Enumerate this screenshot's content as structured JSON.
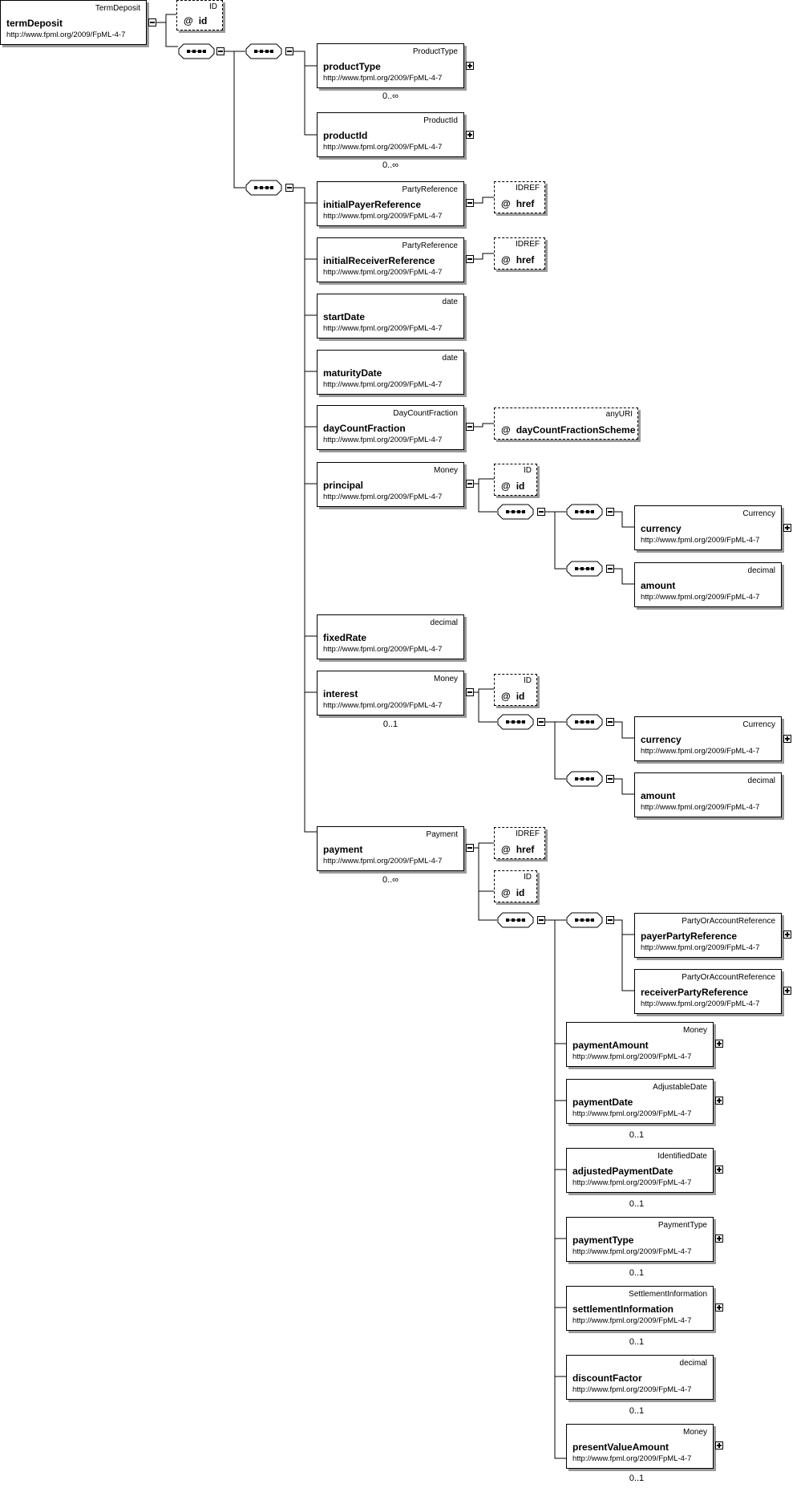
{
  "root": {
    "type": "TermDeposit",
    "name": "termDeposit",
    "ns": "http://www.fpml.org/2009/FpML-4-7"
  },
  "root_attr": {
    "type": "ID",
    "name": "id"
  },
  "attr_at_symbol": "@",
  "elements": {
    "productType": {
      "type": "ProductType",
      "name": "productType",
      "ns": "http://www.fpml.org/2009/FpML-4-7",
      "card": "0..∞"
    },
    "productId": {
      "type": "ProductId",
      "name": "productId",
      "ns": "http://www.fpml.org/2009/FpML-4-7",
      "card": "0..∞"
    },
    "initialPayerReference": {
      "type": "PartyReference",
      "name": "initialPayerReference",
      "ns": "http://www.fpml.org/2009/FpML-4-7"
    },
    "initialReceiverReference": {
      "type": "PartyReference",
      "name": "initialReceiverReference",
      "ns": "http://www.fpml.org/2009/FpML-4-7"
    },
    "startDate": {
      "type": "date",
      "name": "startDate",
      "ns": "http://www.fpml.org/2009/FpML-4-7"
    },
    "maturityDate": {
      "type": "date",
      "name": "maturityDate",
      "ns": "http://www.fpml.org/2009/FpML-4-7"
    },
    "dayCountFraction": {
      "type": "DayCountFraction",
      "name": "dayCountFraction",
      "ns": "http://www.fpml.org/2009/FpML-4-7"
    },
    "principal": {
      "type": "Money",
      "name": "principal",
      "ns": "http://www.fpml.org/2009/FpML-4-7"
    },
    "principalCurrency": {
      "type": "Currency",
      "name": "currency",
      "ns": "http://www.fpml.org/2009/FpML-4-7"
    },
    "principalAmount": {
      "type": "decimal",
      "name": "amount",
      "ns": "http://www.fpml.org/2009/FpML-4-7"
    },
    "fixedRate": {
      "type": "decimal",
      "name": "fixedRate",
      "ns": "http://www.fpml.org/2009/FpML-4-7"
    },
    "interest": {
      "type": "Money",
      "name": "interest",
      "ns": "http://www.fpml.org/2009/FpML-4-7",
      "card": "0..1"
    },
    "interestCurrency": {
      "type": "Currency",
      "name": "currency",
      "ns": "http://www.fpml.org/2009/FpML-4-7"
    },
    "interestAmount": {
      "type": "decimal",
      "name": "amount",
      "ns": "http://www.fpml.org/2009/FpML-4-7"
    },
    "payment": {
      "type": "Payment",
      "name": "payment",
      "ns": "http://www.fpml.org/2009/FpML-4-7",
      "card": "0..∞"
    },
    "payerPartyReference": {
      "type": "PartyOrAccountReference",
      "name": "payerPartyReference",
      "ns": "http://www.fpml.org/2009/FpML-4-7"
    },
    "receiverPartyReference": {
      "type": "PartyOrAccountReference",
      "name": "receiverPartyReference",
      "ns": "http://www.fpml.org/2009/FpML-4-7"
    },
    "paymentAmount": {
      "type": "Money",
      "name": "paymentAmount",
      "ns": "http://www.fpml.org/2009/FpML-4-7"
    },
    "paymentDate": {
      "type": "AdjustableDate",
      "name": "paymentDate",
      "ns": "http://www.fpml.org/2009/FpML-4-7",
      "card": "0..1"
    },
    "adjustedPaymentDate": {
      "type": "IdentifiedDate",
      "name": "adjustedPaymentDate",
      "ns": "http://www.fpml.org/2009/FpML-4-7",
      "card": "0..1"
    },
    "paymentType": {
      "type": "PaymentType",
      "name": "paymentType",
      "ns": "http://www.fpml.org/2009/FpML-4-7",
      "card": "0..1"
    },
    "settlementInformation": {
      "type": "SettlementInformation",
      "name": "settlementInformation",
      "ns": "http://www.fpml.org/2009/FpML-4-7",
      "card": "0..1"
    },
    "discountFactor": {
      "type": "decimal",
      "name": "discountFactor",
      "ns": "http://www.fpml.org/2009/FpML-4-7",
      "card": "0..1"
    },
    "presentValueAmount": {
      "type": "Money",
      "name": "presentValueAmount",
      "ns": "http://www.fpml.org/2009/FpML-4-7",
      "card": "0..1"
    }
  },
  "attributes": {
    "payerHref": {
      "type": "IDREF",
      "name": "href"
    },
    "receiverHref": {
      "type": "IDREF",
      "name": "href"
    },
    "dcfScheme": {
      "type": "anyURI",
      "name": "dayCountFractionScheme"
    },
    "principalId": {
      "type": "ID",
      "name": "id"
    },
    "interestId": {
      "type": "ID",
      "name": "id"
    },
    "paymentHref": {
      "type": "IDREF",
      "name": "href"
    },
    "paymentId": {
      "type": "ID",
      "name": "id"
    }
  }
}
